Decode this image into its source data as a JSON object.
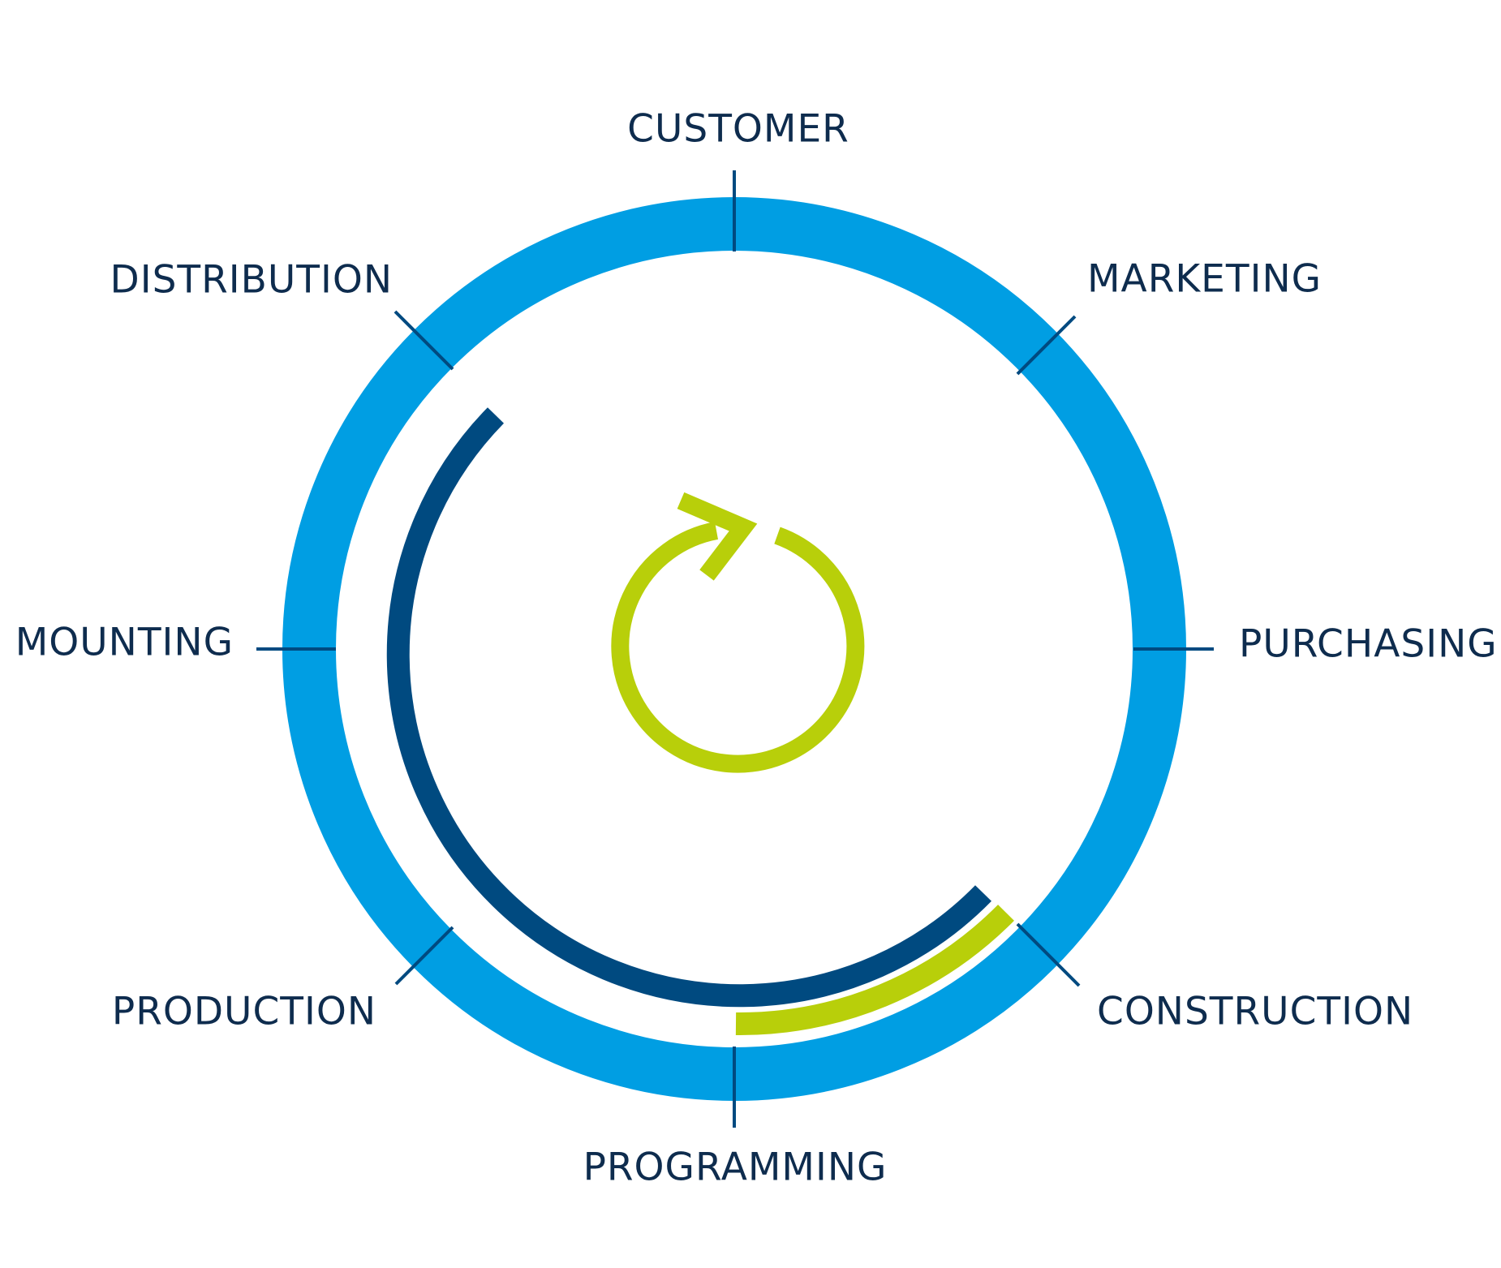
{
  "diagram": {
    "stages": [
      {
        "id": "customer",
        "label": "CUSTOMER"
      },
      {
        "id": "marketing",
        "label": "MARKETING"
      },
      {
        "id": "purchasing",
        "label": "PURCHASING"
      },
      {
        "id": "construction",
        "label": "CONSTRUCTION"
      },
      {
        "id": "programming",
        "label": "PROGRAMMING"
      },
      {
        "id": "production",
        "label": "PRODUCTION"
      },
      {
        "id": "mounting",
        "label": "MOUNTING"
      },
      {
        "id": "distribution",
        "label": "DISTRIBUTION"
      }
    ],
    "colors": {
      "ring": "#009ee3",
      "ticks": "#004a80",
      "dark_arc": "#004a80",
      "green": "#b8cf0a",
      "text": "#0e2c4e"
    }
  }
}
